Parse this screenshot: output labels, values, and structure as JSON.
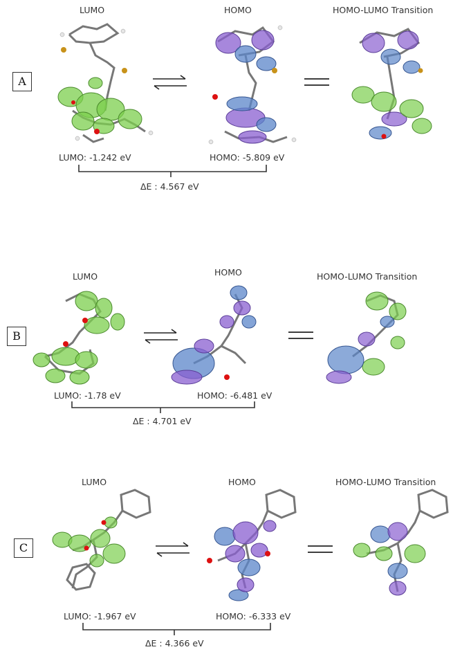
{
  "panels": [
    {
      "letter": "A",
      "lumo_title": "LUMO",
      "homo_title": "HOMO",
      "transition_title": "HOMO-LUMO Transition",
      "lumo_energy": "LUMO: -1.242 eV",
      "homo_energy": "HOMO: -5.809 eV",
      "gap": "ΔE : 4.567 eV"
    },
    {
      "letter": "B",
      "lumo_title": "LUMO",
      "homo_title": "HOMO",
      "transition_title": "HOMO-LUMO Transition",
      "lumo_energy": "LUMO: -1.78 eV",
      "homo_energy": "HOMO: -6.481 eV",
      "gap": "ΔE : 4.701 eV"
    },
    {
      "letter": "C",
      "lumo_title": "LUMO",
      "homo_title": "HOMO",
      "transition_title": "HOMO-LUMO Transition",
      "lumo_energy": "LUMO: -1.967 eV",
      "homo_energy": "HOMO: -6.333 eV",
      "gap": "ΔE : 4.366 eV"
    }
  ],
  "colors": {
    "lumo_lobe": "#7ccf4e",
    "homo_lobe_a": "#8a5fd0",
    "homo_lobe_b": "#5b86c9",
    "bond": "#777777",
    "oxygen": "#d11",
    "sulfur": "#c8921a",
    "hydrogen": "#e6e6e6"
  }
}
